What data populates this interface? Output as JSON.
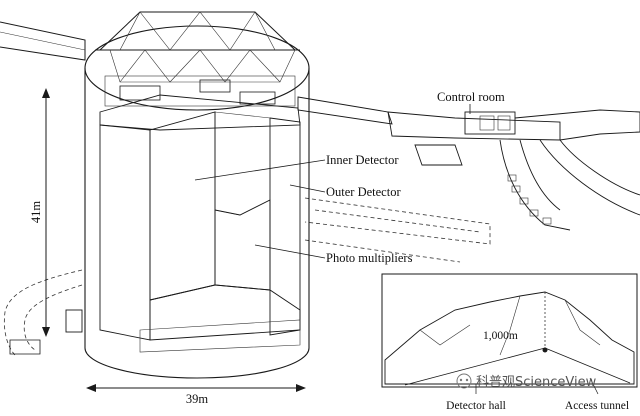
{
  "labels": {
    "control_room": "Control room",
    "inner_detector": "Inner Detector",
    "outer_detector": "Outer Detector",
    "photo_multipliers": "Photo multipliers",
    "height": "41m",
    "diameter": "39m",
    "depth": "1,000m",
    "detector_hall": "Detector hall",
    "access_tunnel": "Access tunnel"
  },
  "watermark": "科普观ScienceView",
  "colors": {
    "ink": "#1a1a1a",
    "paper": "#ffffff"
  }
}
